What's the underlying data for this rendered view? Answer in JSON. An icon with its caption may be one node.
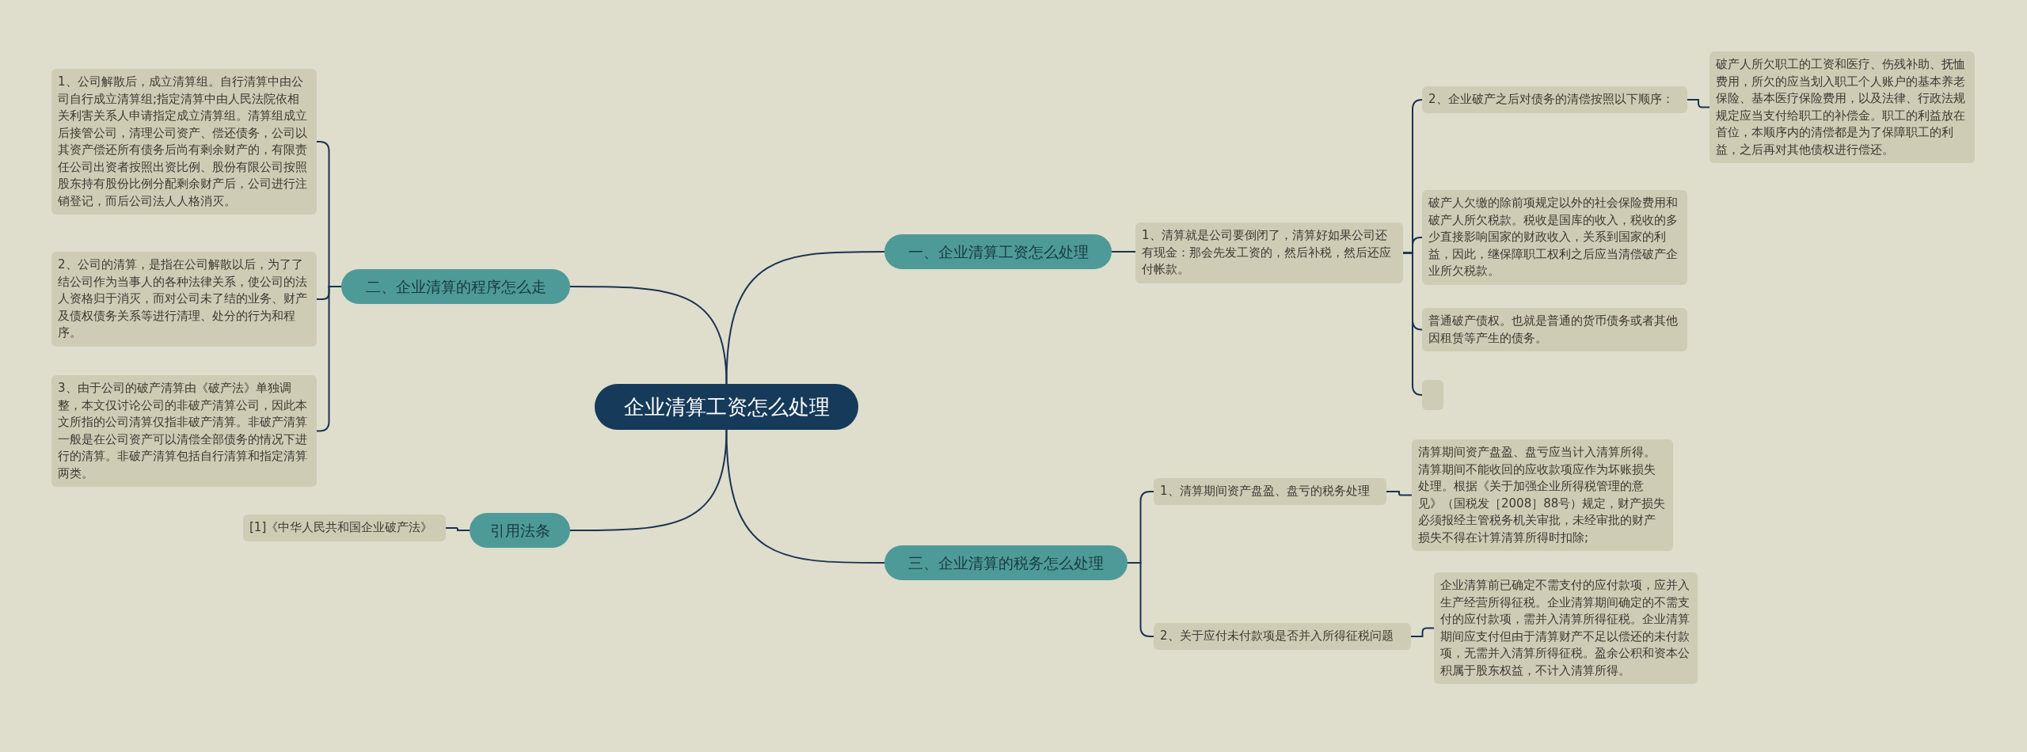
{
  "diagram": {
    "nodes": [
      {
        "text": [
          "企业清算工资怎么处理"
        ]
      },
      {
        "text": [
          "一、企业清算工资怎么处理"
        ]
      },
      {
        "text": [
          "1、清算就是公司要倒闭了，清算好如果公司还有现金：那会先发工资的，然后补税，然后还应付帐款。"
        ]
      },
      {
        "text": [
          "2、企业破产之后对债务的清偿按照以下顺序："
        ]
      },
      {
        "text": [
          "破产人所欠职工的工资和医疗、伤残补助、抚恤费用，所欠的应当划入职工个人账户的基本养老保险、基本医疗保险费用，以及法律、行政法规规定应当支付给职工的补偿金。职工的利益放在首位，本顺序内的清偿都是为了保障职工的利益，之后再对其他债权进行偿还。"
        ]
      },
      {
        "text": [
          "破产人欠缴的除前项规定以外的社会保险费用和破产人所欠税款。税收是国库的收入，税收的多少直接影响国家的财政收入，关系到国家的利益，因此，继保障职工权利之后应当清偿破产企业所欠税款。"
        ]
      },
      {
        "text": [
          "普通破产债权。也就是普通的货币债务或者其他因租赁等产生的债务。"
        ]
      },
      {
        "text": [],
        "shape": "box"
      },
      {
        "text": [
          "二、企业清算的程序怎么走"
        ]
      },
      {
        "text": [
          "1、公司解散后，成立清算组。自行清算中由公司自行成立清算组;指定清算中由人民法院依相关利害关系人申请指定成立清算组。清算组成立后接管公司，清理公司资产、偿还债务，公司以其资产偿还所有债务后尚有剩余财产的，有限责任公司出资者按照出资比例、股份有限公司按照股东持有股份比例分配剩余财产后，公司进行注销登记，而后公司法人人格消灭。"
        ]
      },
      {
        "text": [
          "2、公司的清算，是指在公司解散以后，为了了结公司作为当事人的各种法律关系，使公司的法人资格归于消灭，而对公司未了结的业务、财产及债权债务关系等进行清理、处分的行为和程序。"
        ]
      },
      {
        "text": [
          "3、由于公司的破产清算由《破产法》单独调整，本文仅讨论公司的非破产清算公司，因此本文所指的公司清算仅指非破产清算。非破产清算一般是在公司资产可以清偿全部债务的情况下进行的清算。非破产清算包括自行清算和指定清算两类。"
        ]
      },
      {
        "text": [
          "引用法条"
        ]
      },
      {
        "text": [
          "[1]《中华人民共和国企业破产法》"
        ]
      },
      {
        "text": [
          "三、企业清算的税务怎么处理"
        ]
      },
      {
        "text": [
          "1、清算期间资产盘盈、盘亏的税务处理"
        ]
      },
      {
        "text": [
          "清算期间资产盘盈、盘亏应当计入清算所得。清算期间不能收回的应收款项应作为坏账损失处理。根据《关于加强企业所得税管理的意见》（国税发［2008］88号）规定，财产损失必须报经主管税务机关审批，未经审批的财产损失不得在计算清算所得时扣除;"
        ]
      },
      {
        "text": [
          "2、关于应付未付款项是否并入所得征税问题"
        ]
      },
      {
        "text": [
          "企业清算前已确定不需支付的应付款项，应并入生产经营所得征税。企业清算期间确定的不需支付的应付款项，需并入清算所得征税。企业清算期间应支付但由于清算财产不足以偿还的未付款项，无需并入清算所得征税。盈余公积和资本公积属于股东权益，不计入清算所得。"
        ]
      }
    ],
    "edges": [
      {
        "from": 0,
        "to": 1,
        "arrow": "none"
      },
      {
        "from": 1,
        "to": 2,
        "arrow": "none"
      },
      {
        "from": 2,
        "to": 3,
        "arrow": "none"
      },
      {
        "from": 3,
        "to": 4,
        "arrow": "none"
      },
      {
        "from": 2,
        "to": 5,
        "arrow": "none"
      },
      {
        "from": 2,
        "to": 6,
        "arrow": "none"
      },
      {
        "from": 2,
        "to": 7,
        "arrow": "none"
      },
      {
        "from": 0,
        "to": 8,
        "arrow": "none"
      },
      {
        "from": 8,
        "to": 9,
        "arrow": "none"
      },
      {
        "from": 8,
        "to": 10,
        "arrow": "none"
      },
      {
        "from": 8,
        "to": 11,
        "arrow": "none"
      },
      {
        "from": 0,
        "to": 12,
        "arrow": "none"
      },
      {
        "from": 12,
        "to": 13,
        "arrow": "none"
      },
      {
        "from": 0,
        "to": 14,
        "arrow": "none"
      },
      {
        "from": 14,
        "to": 15,
        "arrow": "none"
      },
      {
        "from": 15,
        "to": 16,
        "arrow": "none"
      },
      {
        "from": 14,
        "to": 17,
        "arrow": "none"
      },
      {
        "from": 17,
        "to": 18,
        "arrow": "none"
      }
    ]
  }
}
